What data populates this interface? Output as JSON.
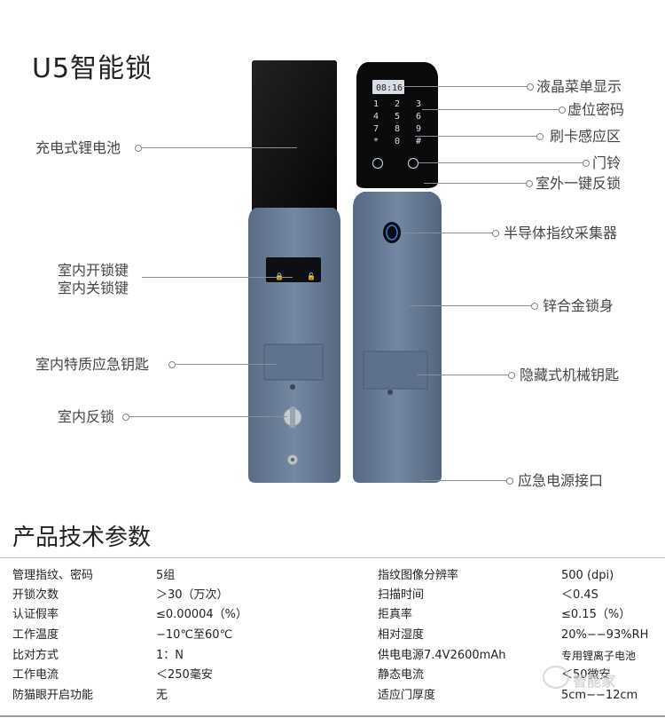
{
  "product_title": "U5智能锁",
  "left_callouts": [
    {
      "id": "battery",
      "text": "充电式锂电池"
    },
    {
      "id": "inner-open",
      "text": "室内开锁键"
    },
    {
      "id": "inner-close",
      "text": "室内关锁键"
    },
    {
      "id": "emergency-key",
      "text": "室内特质应急钥匙"
    },
    {
      "id": "inner-lock",
      "text": "室内反锁"
    }
  ],
  "right_callouts": [
    {
      "id": "lcd",
      "text": "液晶菜单显示"
    },
    {
      "id": "virtual-pin",
      "text": "虚位密码"
    },
    {
      "id": "card",
      "text": "刷卡感应区"
    },
    {
      "id": "bell",
      "text": "门铃"
    },
    {
      "id": "outer-lock",
      "text": "室外一键反锁"
    },
    {
      "id": "fingerprint",
      "text": "半导体指纹采集器"
    },
    {
      "id": "body",
      "text": "锌合金锁身"
    },
    {
      "id": "hidden-key",
      "text": "隐藏式机械钥匙"
    },
    {
      "id": "power-port",
      "text": "应急电源接口"
    }
  ],
  "lcd_time": "08:16",
  "keypad": [
    "1",
    "2",
    "3",
    "4",
    "5",
    "6",
    "7",
    "8",
    "9",
    "*",
    "0",
    "#"
  ],
  "section_title": "产品技术参数",
  "specs_left": [
    {
      "label": "管理指纹、密码",
      "value": "5组"
    },
    {
      "label": "开锁次数",
      "value": "＞30（万次）"
    },
    {
      "label": "认证假率",
      "value": "≤0.00004（%）"
    },
    {
      "label": "工作温度",
      "value": "−10℃至60℃"
    },
    {
      "label": "比对方式",
      "value": "1：N"
    },
    {
      "label": "工作电流",
      "value": "＜250毫安"
    },
    {
      "label": "防猫眼开启功能",
      "value": "无"
    }
  ],
  "specs_right": [
    {
      "label": "指纹图像分辨率",
      "value": "500 (dpi)"
    },
    {
      "label": "扫描时间",
      "value": "＜0.4S"
    },
    {
      "label": "拒真率",
      "value": "≤0.15（%）"
    },
    {
      "label": "相对湿度",
      "value": "20%−−93%RH"
    },
    {
      "label": "供电电源7.4V2600mAh",
      "value": "专用锂离子电池"
    },
    {
      "label": "静态电流",
      "value": "＜50微安"
    },
    {
      "label": "适应门厚度",
      "value": "5cm−−12cm"
    }
  ],
  "watermark_text": "智能家",
  "colors": {
    "lock_body": "#6d819b",
    "glass": "#111111",
    "accent_blue": "#3d7be0"
  }
}
